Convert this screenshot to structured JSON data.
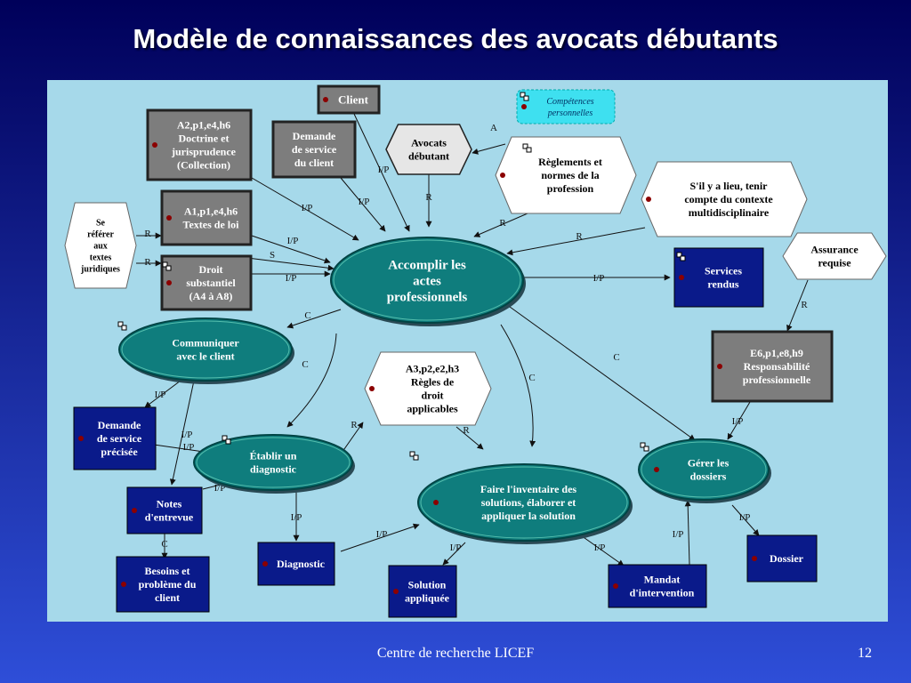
{
  "slide": {
    "title": "Modèle de connaissances des avocats débutants",
    "footer": "Centre de recherche LICEF",
    "page_number": "12"
  },
  "colors": {
    "background_top": "#00005a",
    "background_bottom": "#2e4ed8",
    "canvas": "#a6d9ea",
    "teal_oval": "#0f7d7d",
    "navy_box": "#0a1a8a",
    "gray_box": "#7d7d7d",
    "bullet": "#8b0000",
    "cyan_note": "#3ee0f0"
  },
  "nodes": {
    "client": [
      "Client"
    ],
    "demande_service": [
      "Demande",
      "de service",
      "du client"
    ],
    "a2_doctrine": [
      "A2,p1,e4,h6",
      "Doctrine et",
      "jurisprudence",
      "(Collection)"
    ],
    "competences": [
      "Compétences",
      "personnelles"
    ],
    "avocats": [
      "Avocats",
      "débutant"
    ],
    "reglements": [
      "Règlements et",
      "normes de la",
      "profession"
    ],
    "sil_y_a_lieu": [
      "S'il y a lieu, tenir",
      "compte du contexte",
      "multidisciplinaire"
    ],
    "se_referer": [
      "Se",
      "référer",
      "aux",
      "textes",
      "juridiques"
    ],
    "a1_textes": [
      "A1,p1,e4,h6",
      "Textes de loi"
    ],
    "droit_substantiel": [
      "Droit",
      "substantiel",
      "(A4 à A8)"
    ],
    "accomplir": [
      "Accomplir les",
      "actes",
      "professionnels"
    ],
    "services_rendus": [
      "Services",
      "rendus"
    ],
    "assurance": [
      "Assurance",
      "requise"
    ],
    "communiquer": [
      "Communiquer",
      "avec le client"
    ],
    "a3_regles": [
      "A3,p2,e2,h3",
      "Règles de",
      "droit",
      "applicables"
    ],
    "e6_responsabilite": [
      "E6,p1,e8,h9",
      "Responsabilité",
      "professionnelle"
    ],
    "demande_precisee": [
      "Demande",
      "de service",
      "précisée"
    ],
    "etablir": [
      "Établir un",
      "diagnostic"
    ],
    "inventaire": [
      "Faire l'inventaire des",
      "solutions, élaborer et",
      "appliquer la solution"
    ],
    "gerer": [
      "Gérer les",
      "dossiers"
    ],
    "notes": [
      "Notes",
      "d'entrevue"
    ],
    "diagnostic": [
      "Diagnostic"
    ],
    "solution": [
      "Solution",
      "appliquée"
    ],
    "mandat": [
      "Mandat",
      "d'intervention"
    ],
    "dossier": [
      "Dossier"
    ],
    "besoins": [
      "Besoins et",
      "problème du",
      "client"
    ]
  },
  "links": {
    "i_p": "I/P",
    "r": "R",
    "c": "C",
    "s": "S",
    "a": "A"
  }
}
